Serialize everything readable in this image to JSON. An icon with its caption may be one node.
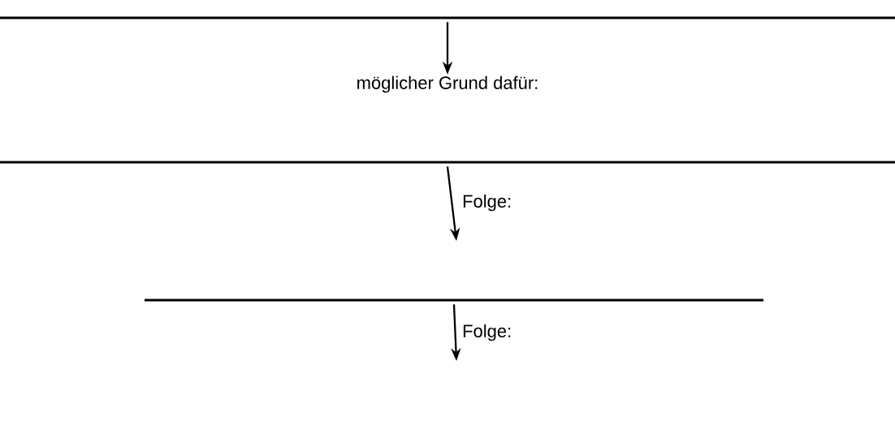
{
  "diagram": {
    "nodes": [
      {
        "text": [],
        "shape": "line"
      },
      {
        "text": [
          "möglicher Grund dafür:"
        ]
      },
      {
        "text": [],
        "shape": "line"
      },
      {
        "text": [],
        "shape": "line"
      }
    ],
    "edges": [
      {
        "from": 0,
        "to": 1,
        "arrow": "to"
      },
      {
        "from": 2,
        "to": null,
        "arrow": "to",
        "label": "Folge:"
      },
      {
        "from": 3,
        "to": null,
        "arrow": "to",
        "label": "Folge:"
      }
    ]
  }
}
